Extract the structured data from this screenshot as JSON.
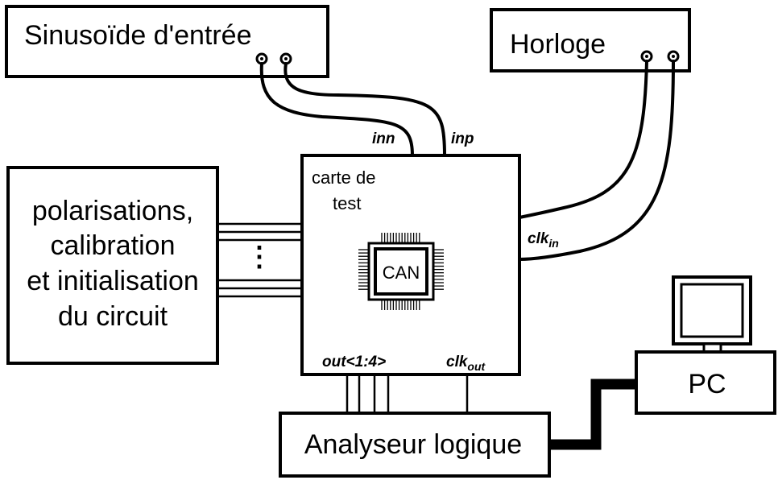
{
  "blocks": {
    "sine_input": "Sinusoïde d'entrée",
    "clock": "Horloge",
    "bias_block": [
      "polarisations,",
      "calibration",
      "et initialisation",
      "du circuit"
    ],
    "test_board": [
      "carte de",
      "test"
    ],
    "adc": "CAN",
    "logic_analyzer": "Analyseur logique",
    "pc": "PC"
  },
  "signals": {
    "inn": "inn",
    "inp": "inp",
    "clk_in": {
      "base": "clk",
      "sub": "in"
    },
    "clk_out": {
      "base": "clk",
      "sub": "out"
    },
    "out_bus": "out<1:4>",
    "ellipsis": "⋮"
  },
  "colors": {
    "stroke": "#000000",
    "background": "#ffffff"
  }
}
